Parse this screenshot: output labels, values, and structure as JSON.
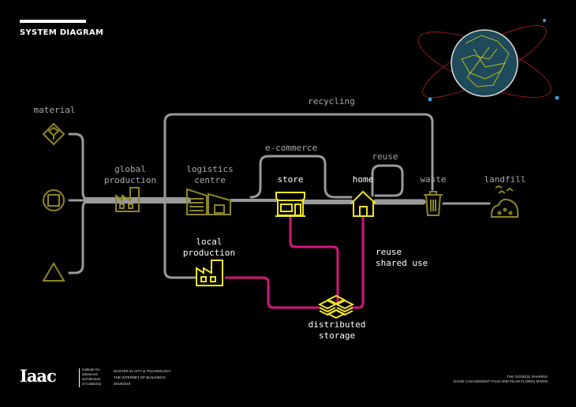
{
  "header": {
    "title": "SYSTEM DIAGRAM"
  },
  "nodes": {
    "material": "material",
    "global_production": [
      "global",
      "production"
    ],
    "logistics_centre": [
      "logistics",
      "centre"
    ],
    "store": "store",
    "home": "home",
    "waste": "waste",
    "landfill": "landfill",
    "local_production": [
      "local",
      "production"
    ],
    "distributed_storage": [
      "distributed",
      "storage"
    ]
  },
  "flows": {
    "recycling": "recycling",
    "ecommerce": "e-commerce",
    "reuse": "reuse",
    "reuse_shared": [
      "reuse",
      "shared use"
    ]
  },
  "footer": {
    "logo": "Iaac",
    "institute": [
      "Institute for",
      "advanced",
      "architecture",
      "of Catalonia"
    ],
    "program": [
      "MASTER IN CITY & TECHNOLOGY",
      "THE INTERNET OF BUILDINGS",
      "2018/2019"
    ],
    "project": [
      "THE GOOD(S) SHARING",
      "DAVID CASADEMONT FAUS AND PILAR FLORES MARIN"
    ]
  },
  "colors": {
    "gray": "#9a9a9a",
    "olive": "#8c8622",
    "yellow": "#f0e41e",
    "magenta": "#d4167a",
    "globe": "#1f4a5a"
  }
}
